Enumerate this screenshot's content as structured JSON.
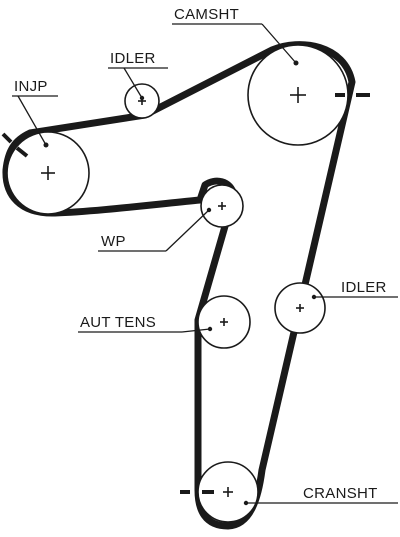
{
  "labels": {
    "camshaft": "CAMSHT",
    "idler_top": "IDLER",
    "injection_pump": "INJP",
    "water_pump": "WP",
    "idler_right": "IDLER",
    "auto_tensioner": "AUT TENS",
    "crankshaft": "CRANSHT"
  },
  "icons": {
    "center": "plus-icon",
    "timing_mark": "dash-mark-icon"
  },
  "colors": {
    "line": "#1a1a1a",
    "background": "#ffffff"
  }
}
